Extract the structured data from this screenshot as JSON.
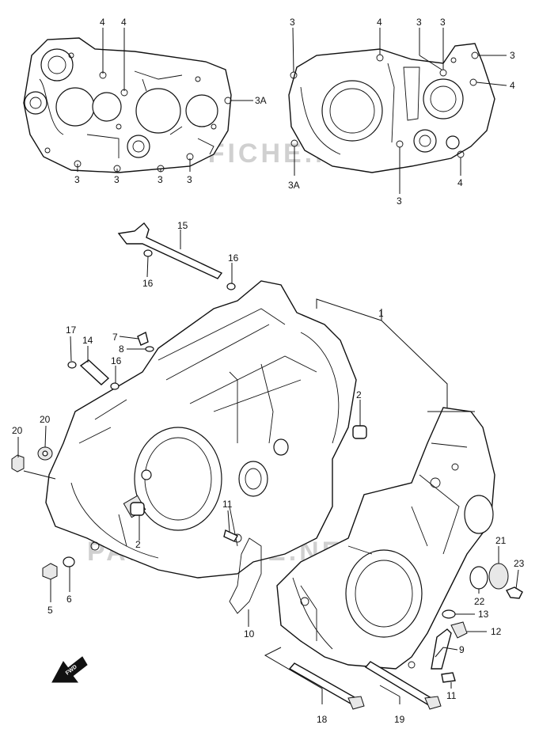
{
  "watermark": "PARTSFICHE.NET",
  "fwd_label": "FWD",
  "callouts": {
    "c1": "1",
    "c2a": "2",
    "c2b": "2",
    "c3_1": "3",
    "c3_2": "3",
    "c3_3": "3",
    "c3_4": "3",
    "c3_5": "3",
    "c3_6": "3",
    "c3_7": "3",
    "c3_8": "3",
    "c3_9": "3",
    "c3a_1": "3A",
    "c3a_2": "3A",
    "c4_1": "4",
    "c4_2": "4",
    "c4_3": "4",
    "c4_4": "4",
    "c4_5": "4",
    "c5": "5",
    "c6": "6",
    "c7": "7",
    "c8": "8",
    "c9": "9",
    "c10": "10",
    "c11a": "11",
    "c11b": "11",
    "c12": "12",
    "c13": "13",
    "c14": "14",
    "c15": "15",
    "c16a": "16",
    "c16b": "16",
    "c16c": "16",
    "c17": "17",
    "c18": "18",
    "c19": "19",
    "c20a": "20",
    "c20b": "20",
    "c21": "21",
    "c22": "22",
    "c23": "23"
  }
}
